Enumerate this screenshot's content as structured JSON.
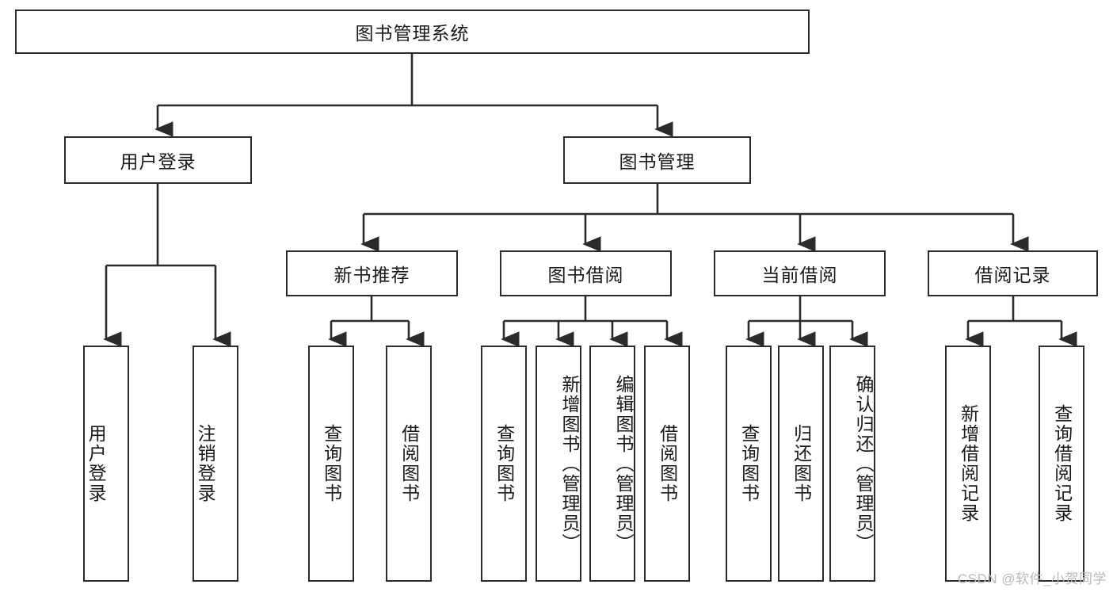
{
  "diagram": {
    "title_node": {
      "label": "图书管理系统"
    },
    "level1": [
      {
        "label": "用户登录"
      },
      {
        "label": "图书管理"
      }
    ],
    "level2": [
      {
        "label": "新书推荐"
      },
      {
        "label": "图书借阅"
      },
      {
        "label": "当前借阅"
      },
      {
        "label": "借阅记录"
      }
    ],
    "leaves": {
      "user_login": [
        {
          "label": "用户登录"
        },
        {
          "label": "注销登录"
        }
      ],
      "new_book": [
        {
          "label": "查询图书"
        },
        {
          "label": "借阅图书"
        }
      ],
      "book_borrow": [
        {
          "label": "查询图书"
        },
        {
          "label": "新增图书（管理员）"
        },
        {
          "label": "编辑图书（管理员）"
        },
        {
          "label": "借阅图书"
        }
      ],
      "current_borrow": [
        {
          "label": "查询图书"
        },
        {
          "label": "归还图书"
        },
        {
          "label": "确认归还（管理员）"
        }
      ],
      "borrow_record": [
        {
          "label": "新增借阅记录"
        },
        {
          "label": "查询借阅记录"
        }
      ]
    }
  },
  "watermark": {
    "text": "CSDN @软件_小贺同学"
  },
  "colors": {
    "stroke": "#2b2b2b",
    "background": "#ffffff",
    "text": "#1a1a1a",
    "watermark": "#b9b9b9"
  }
}
